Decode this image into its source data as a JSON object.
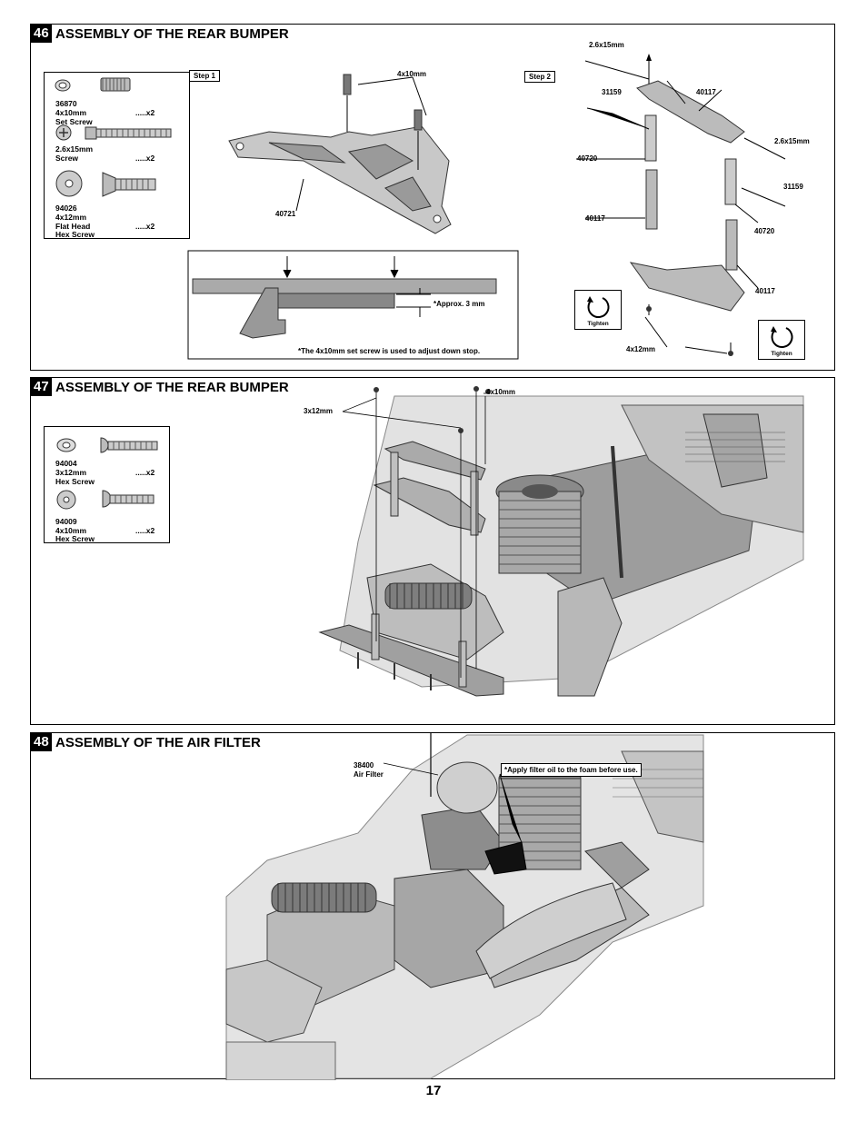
{
  "page_number": "17",
  "sections": {
    "s46": {
      "number": "46",
      "title": "ASSEMBLY OF THE REAR BUMPER",
      "parts": [
        {
          "code": "36870",
          "size": "4x10mm",
          "name": "Set Screw",
          "qty": ".....x2"
        },
        {
          "code": "",
          "size": "2.6x15mm",
          "name": "Screw",
          "qty": ".....x2"
        },
        {
          "code": "94026",
          "size": "4x12mm",
          "name": "Flat Head",
          "name2": "Hex Screw",
          "qty": ".....x2"
        }
      ],
      "step1": "Step 1",
      "step2": "Step 2",
      "labels": {
        "screw_4x10": "4x10mm",
        "part_40721": "40721",
        "approx": "*Approx. 3 mm",
        "note": "*The 4x10mm set screw is used to adjust down stop.",
        "screw_26x15_a": "2.6x15mm",
        "screw_26x15_b": "2.6x15mm",
        "part_31159_a": "31159",
        "part_31159_b": "31159",
        "part_40117_a": "40117",
        "part_40117_b": "40117",
        "part_40117_c": "40117",
        "part_40720_a": "40720",
        "part_40720_b": "40720",
        "screw_4x12": "4x12mm",
        "tighten_a": "Tighten",
        "tighten_b": "Tighten"
      }
    },
    "s47": {
      "number": "47",
      "title": "ASSEMBLY OF THE REAR BUMPER",
      "parts": [
        {
          "code": "94004",
          "size": "3x12mm",
          "name": "Hex Screw",
          "qty": ".....x2"
        },
        {
          "code": "94009",
          "size": "4x10mm",
          "name": "Hex Screw",
          "qty": ".....x2"
        }
      ],
      "labels": {
        "screw_3x12": "3x12mm",
        "screw_4x10": "4x10mm"
      }
    },
    "s48": {
      "number": "48",
      "title": "ASSEMBLY OF THE AIR FILTER",
      "labels": {
        "part_code": "38400",
        "part_name": "Air Filter",
        "note": "*Apply filter oil to the foam before use."
      }
    }
  }
}
